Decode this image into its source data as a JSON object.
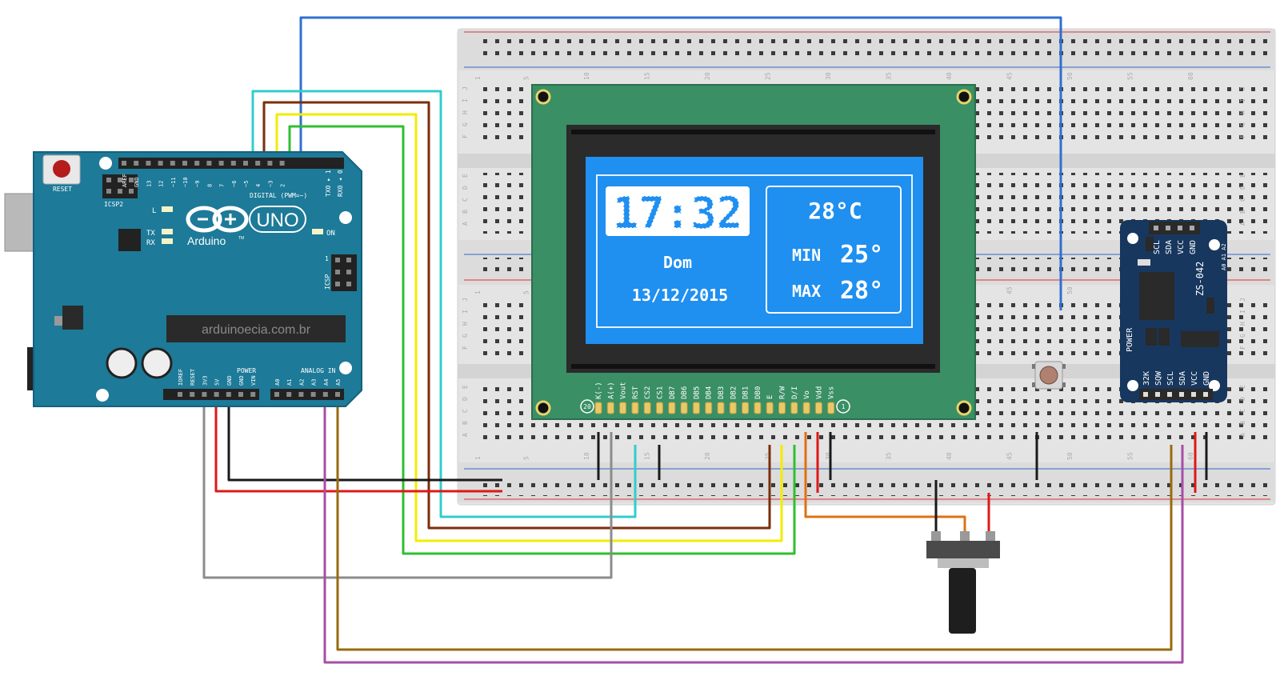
{
  "arduino": {
    "brand": "Arduino",
    "trademark": "TM",
    "model": "UNO",
    "reset_label": "RESET",
    "icsp2_label": "ICSP2",
    "icsp_label": "ICSP",
    "icsp_pin1": "1",
    "led_l": "L",
    "led_tx": "TX",
    "led_rx": "RX",
    "led_on": "ON",
    "site_label": "arduinoecia.com.br",
    "digital_label": "DIGITAL (PWM=~)",
    "power_label": "POWER",
    "analog_label": "ANALOG IN",
    "tx_pin": "TX0 ▸ 1",
    "rx_pin": "RX0 ◂ 0",
    "digital_pins": [
      "AREF",
      "GND",
      "13",
      "12",
      "~11",
      "~10",
      "~9",
      "8",
      "7",
      "~6",
      "~5",
      "4",
      "~3",
      "2"
    ],
    "power_pins": [
      "IOREF",
      "RESET",
      "3V3",
      "5V",
      "GND",
      "GND",
      "VIN"
    ],
    "analog_pins": [
      "A0",
      "A1",
      "A2",
      "A3",
      "A4",
      "A5"
    ]
  },
  "lcd": {
    "time": "17:32",
    "day": "Dom",
    "date": "13/12/2015",
    "temp": "28°C",
    "min_label": "MIN",
    "min_value": "25°",
    "max_label": "MAX",
    "max_value": "28°",
    "pin_labels": [
      "K(-)",
      "A(+)",
      "Vout",
      "RST",
      "CS2",
      "CS1",
      "DB7",
      "DB6",
      "DB5",
      "DB4",
      "DB3",
      "DB2",
      "DB1",
      "DB0",
      "E",
      "R/W",
      "D/I",
      "Vo",
      "Vdd",
      "Vss"
    ],
    "pin_first": "20",
    "pin_last": "1"
  },
  "rtc": {
    "model": "ZS-042",
    "power_label": "POWER",
    "address_label": "A0 A1 A2",
    "top_pins": [
      "SCL",
      "SDA",
      "VCC",
      "GND"
    ],
    "bottom_pins": [
      "32K",
      "SQW",
      "SCL",
      "SDA",
      "VCC",
      "GND"
    ]
  },
  "breadboard": {
    "column_numbers": [
      "1",
      "5",
      "10",
      "15",
      "20",
      "25",
      "30",
      "35",
      "40",
      "45",
      "50",
      "55",
      "60"
    ],
    "row_letters_top": [
      "J",
      "I",
      "H",
      "G",
      "F"
    ],
    "row_letters_bottom": [
      "E",
      "D",
      "C",
      "B",
      "A"
    ]
  },
  "colors": {
    "arduino_board": "#1d7a98",
    "lcd_pcb": "#3a8f65",
    "lcd_screen": "#1f8ff0",
    "rtc_board": "#17375e",
    "breadboard": "#e4e4e4",
    "wire_blue": "#2f6fd0",
    "wire_cyan": "#33cccc",
    "wire_brown": "#7a2e0a",
    "wire_yellow": "#f2ec00",
    "wire_green": "#2fbf2f",
    "wire_red": "#e01818",
    "wire_black": "#1a1a1a",
    "wire_gray": "#8c8c8c",
    "wire_purple": "#a64ea6",
    "wire_gold": "#9a6a10",
    "wire_orange": "#e07010"
  }
}
